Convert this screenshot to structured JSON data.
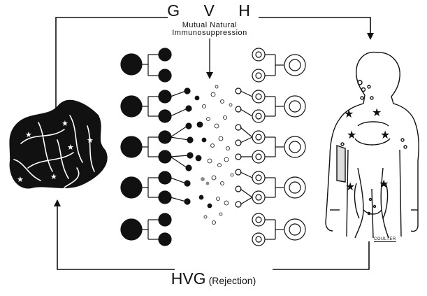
{
  "labels": {
    "gvh": "G V H",
    "mutual_line1": "Mutual Natural",
    "mutual_line2": "Immunosuppression",
    "hvg_main": "HVG",
    "hvg_sub": "(Rejection)",
    "signature": "COULTER"
  },
  "colors": {
    "ink": "#111111",
    "paper": "#ffffff",
    "gray_dot": "#888888"
  }
}
